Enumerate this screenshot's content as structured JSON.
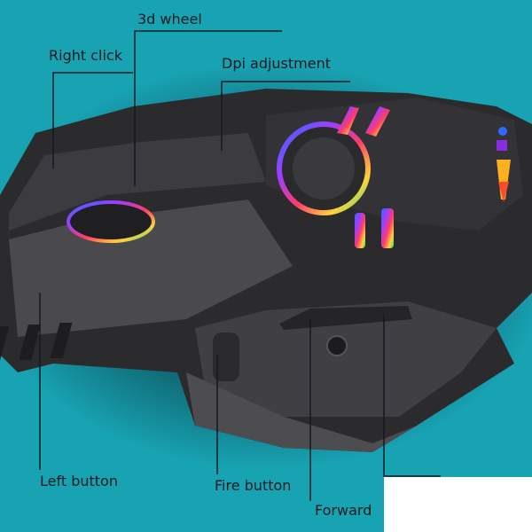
{
  "labels": {
    "wheel": "3d wheel",
    "right_click": "Right click",
    "dpi": "Dpi adjustment",
    "left_button": "Left button",
    "fire_button": "Fire button",
    "forward": "Forward"
  },
  "colors": {
    "background": "#18a3b3",
    "mouse_body": "#3a3a3c",
    "line": "#111a22"
  }
}
